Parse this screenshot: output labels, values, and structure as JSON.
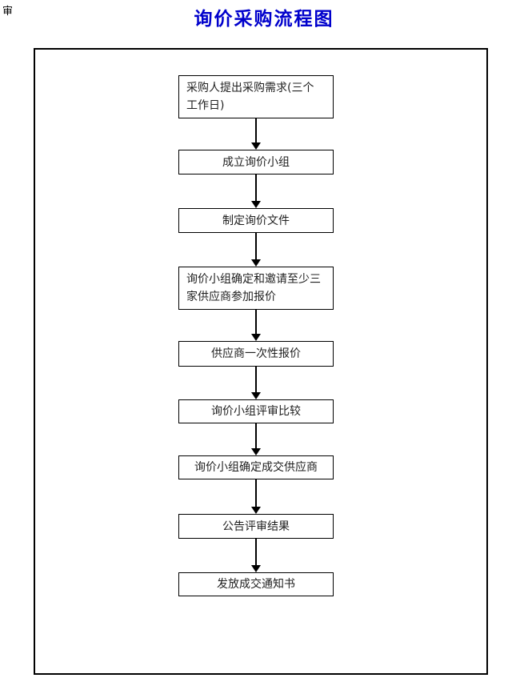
{
  "page": {
    "corner_mark": "审",
    "title": "询价采购流程图",
    "title_color": "#0000CC",
    "border_color": "#000000",
    "background_color": "#FFFFFF"
  },
  "flowchart": {
    "direction": "top-to-bottom",
    "steps": [
      {
        "id": 1,
        "label": "采购人提出采购需求(三个\n工作日)",
        "align": "left"
      },
      {
        "id": 2,
        "label": "成立询价小组",
        "align": "center"
      },
      {
        "id": 3,
        "label": "制定询价文件",
        "align": "center"
      },
      {
        "id": 4,
        "label": "询价小组确定和邀请至少三\n家供应商参加报价",
        "align": "left"
      },
      {
        "id": 5,
        "label": "供应商一次性报价",
        "align": "center"
      },
      {
        "id": 6,
        "label": "询价小组评审比较",
        "align": "center"
      },
      {
        "id": 7,
        "label": "询价小组确定成交供应商",
        "align": "center"
      },
      {
        "id": 8,
        "label": "公告评审结果",
        "align": "center"
      },
      {
        "id": 9,
        "label": "发放成交通知书",
        "align": "center"
      }
    ],
    "connectors": [
      {
        "from": 1,
        "to": 2
      },
      {
        "from": 2,
        "to": 3
      },
      {
        "from": 3,
        "to": 4
      },
      {
        "from": 4,
        "to": 5
      },
      {
        "from": 5,
        "to": 6
      },
      {
        "from": 6,
        "to": 7
      },
      {
        "from": 7,
        "to": 8
      },
      {
        "from": 8,
        "to": 9
      }
    ]
  }
}
